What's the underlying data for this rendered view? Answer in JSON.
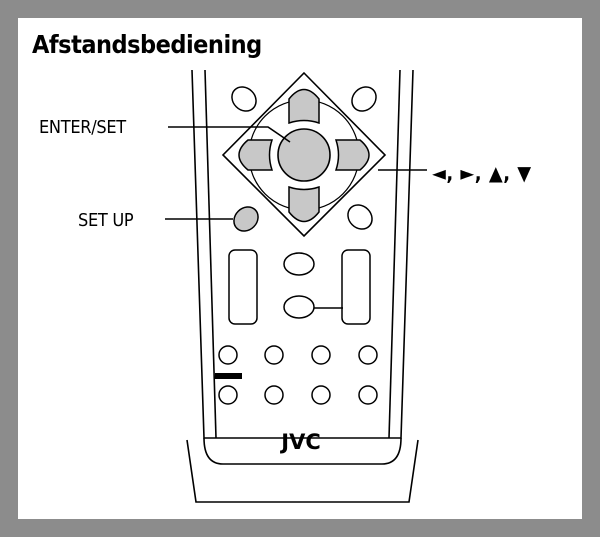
{
  "title": "Afstandsbediening",
  "labels": {
    "enter_set": "ENTER/SET",
    "set_up": "SET UP",
    "arrows": "◄, ►, ▲, ▼"
  },
  "brand": "JVC",
  "colors": {
    "frame": "#8c8c8c",
    "highlight_button": "#c8c8c8",
    "outline": "#000000"
  }
}
